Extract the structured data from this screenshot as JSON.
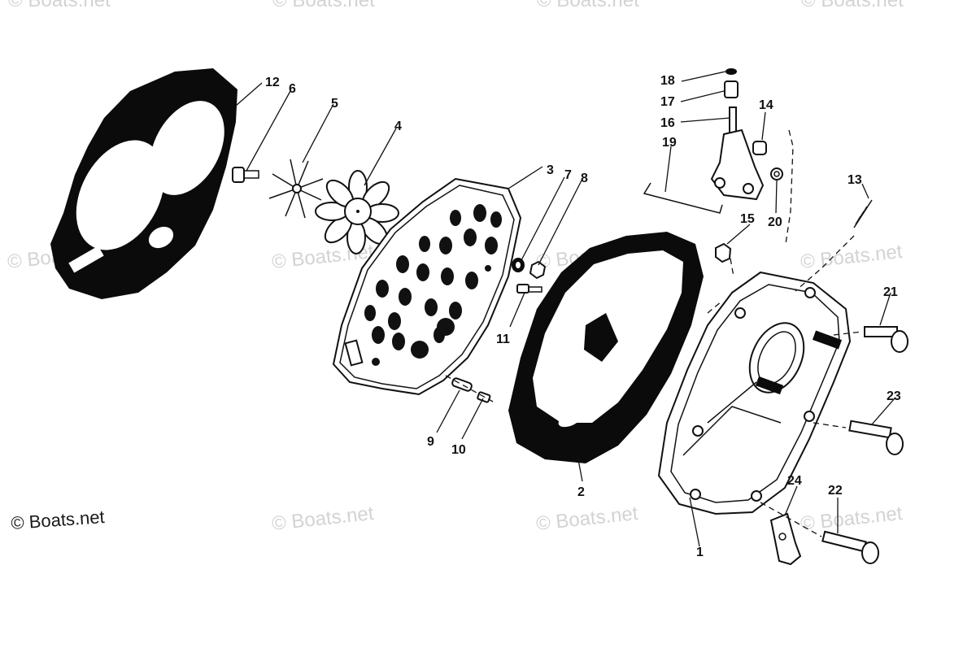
{
  "watermarks": {
    "text": "© Boats.net",
    "main": "© Boats.net"
  },
  "callouts": [
    "1",
    "2",
    "3",
    "4",
    "5",
    "6",
    "7",
    "8",
    "9",
    "10",
    "11",
    "12",
    "13",
    "14",
    "15",
    "16",
    "17",
    "18",
    "19",
    "20",
    "21",
    "22",
    "23",
    "24"
  ],
  "colors": {
    "ink": "#0b0b0b",
    "paper": "#ffffff",
    "watermark": "#d3d3d3"
  }
}
